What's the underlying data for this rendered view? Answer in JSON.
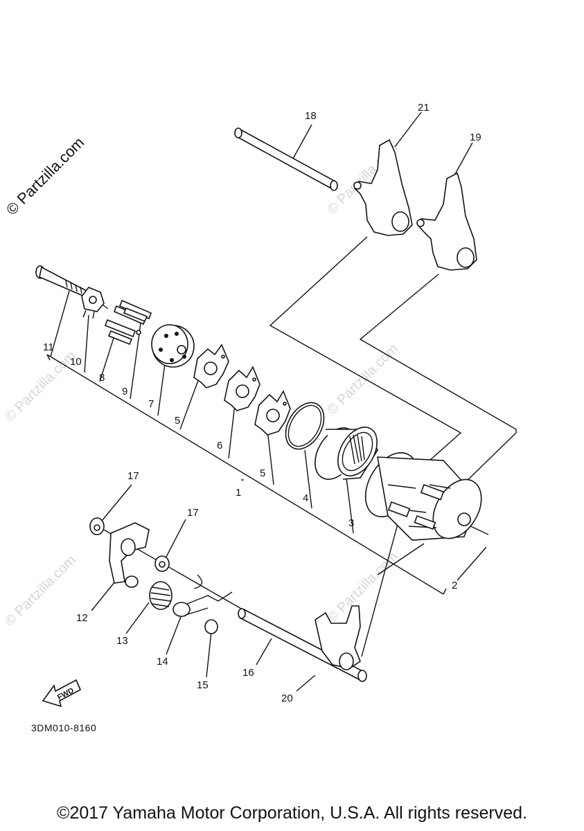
{
  "watermark": "© Partzilla.com",
  "diagram_code": "3DM010-8160",
  "fwd_label": "FWD",
  "copyright": "©2017 Yamaha Motor Corporation, U.S.A. All rights reserved.",
  "callouts": {
    "c1": "1",
    "c2": "2",
    "c3": "3",
    "c4": "4",
    "c5a": "5",
    "c5b": "5",
    "c6": "6",
    "c7": "7",
    "c8": "8",
    "c9": "9",
    "c10": "10",
    "c11": "11",
    "c12": "12",
    "c13": "13",
    "c14": "14",
    "c15": "15",
    "c16": "16",
    "c17a": "17",
    "c17b": "17",
    "c18": "18",
    "c19": "19",
    "c20": "20",
    "c21": "21"
  }
}
